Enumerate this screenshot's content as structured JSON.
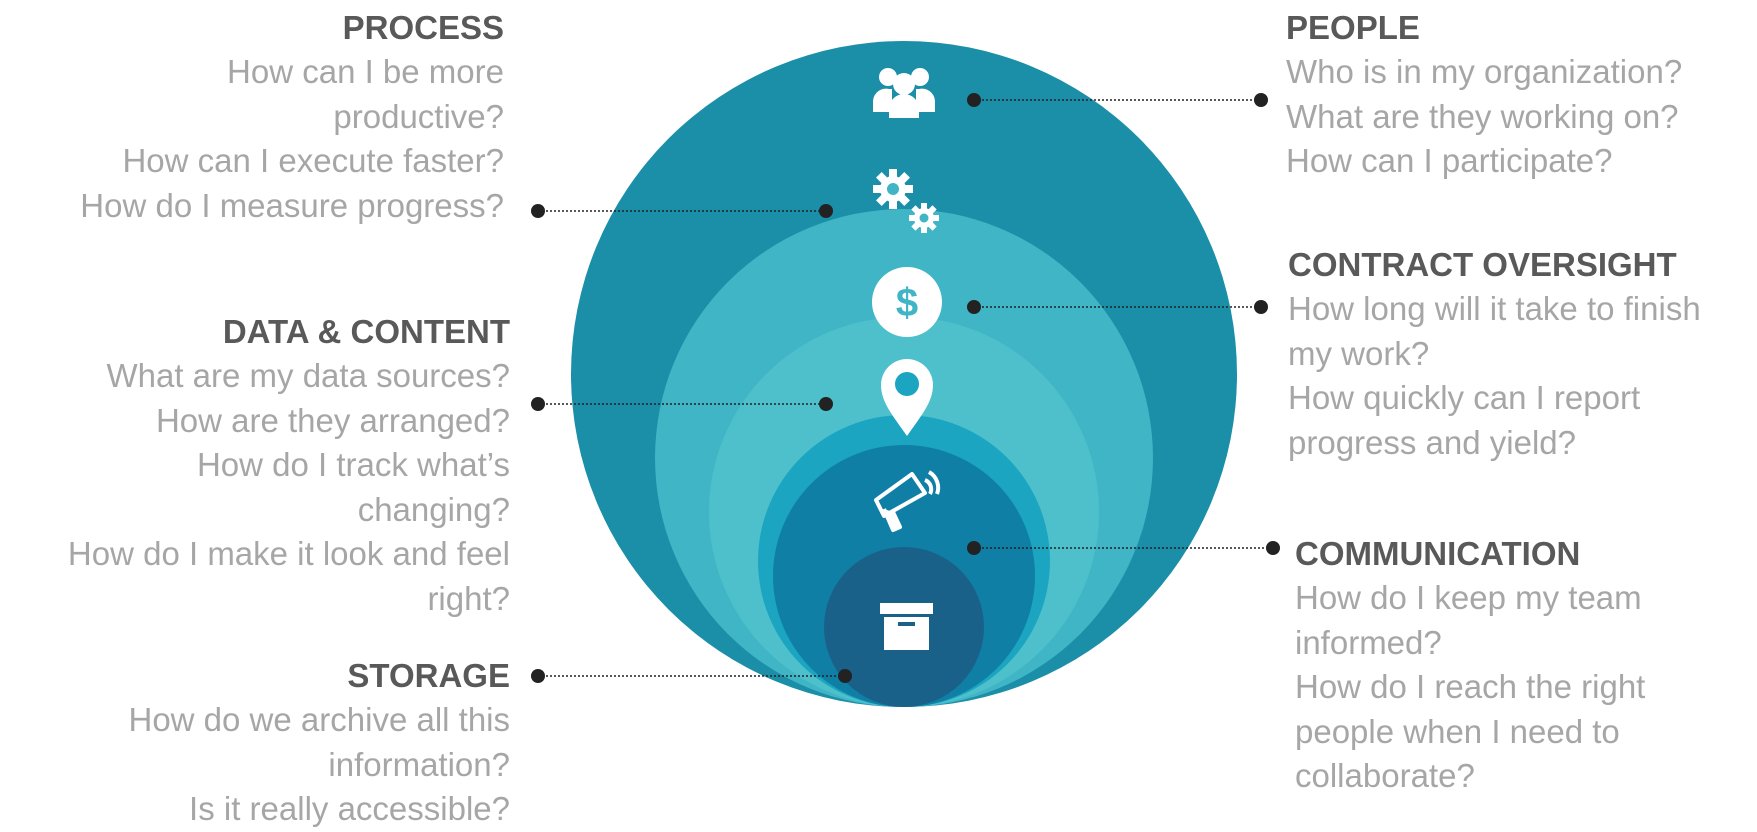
{
  "sections": {
    "process": {
      "title": "PROCESS",
      "q1": "How can I be more productive?",
      "q2": "How can I execute faster?",
      "q3": "How do I measure progress?",
      "icon": "gears-icon"
    },
    "data_content": {
      "title": "DATA & CONTENT",
      "q1": "What are my data sources?",
      "q2": "How are they arranged?",
      "q3": "How do I track what’s changing?",
      "q4": "How do I make it look and feel right?",
      "icon": "location-pin-icon"
    },
    "storage": {
      "title": "STORAGE",
      "q1": "How do we archive all this information?",
      "q2": "Is it really accessible?",
      "icon": "archive-box-icon"
    },
    "people": {
      "title": "PEOPLE",
      "q1": "Who is in my organization?",
      "q2": "What are they working on?",
      "q3": "How can I participate?",
      "icon": "people-group-icon"
    },
    "contract": {
      "title": "CONTRACT OVERSIGHT",
      "q1": "How long will it take to finish my work?",
      "q2": "How quickly can I report progress and yield?",
      "icon": "dollar-coin-icon"
    },
    "communication": {
      "title": "COMMUNICATION",
      "q1": "How do I keep my team informed?",
      "q2": "How do I reach the right people when I need to collaborate?",
      "icon": "megaphone-icon"
    }
  },
  "colors": {
    "ring1": "#1b8ea8",
    "ring2": "#3fb5c6",
    "ring3": "#4ec0cc",
    "ring4": "#1ba5c1",
    "ring5": "#0f7fa6",
    "core": "#1a6189",
    "heading": "#595959",
    "question": "#a6a6a6",
    "connector": "#222222"
  }
}
